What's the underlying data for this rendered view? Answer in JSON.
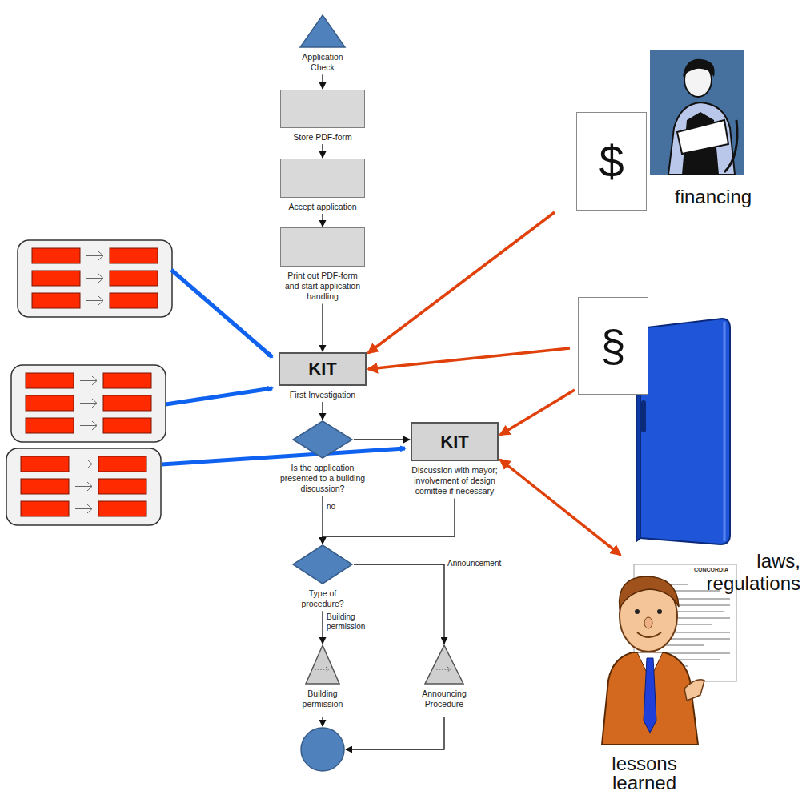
{
  "diagram": {
    "nodes": [
      {
        "text": [
          "Application Check"
        ]
      },
      {
        "text": [
          "Store PDF-form"
        ]
      },
      {
        "text": [
          "Accept application"
        ]
      },
      {
        "text": [
          "Print out PDF-form and start application handling"
        ]
      },
      {
        "text": [
          "KIT",
          "First Investigation"
        ]
      },
      {
        "text": [
          "Is the application presented to a building discussion?"
        ]
      },
      {
        "text": [
          "KIT",
          "Discussion with mayor; involvement of design comittee if necessary"
        ]
      },
      {
        "text": [
          "Type of procedure?"
        ]
      },
      {
        "text": [
          "Building permission"
        ]
      },
      {
        "text": [
          "Announcing Procedure"
        ]
      },
      {
        "text": [
          "$",
          "financing"
        ]
      },
      {
        "text": [
          "§",
          "laws, regulations"
        ]
      },
      {
        "text": [
          "lessons learned"
        ]
      }
    ],
    "edges": [
      {
        "from": 0,
        "to": 1,
        "arrow": "to"
      },
      {
        "from": 1,
        "to": 2,
        "arrow": "to"
      },
      {
        "from": 2,
        "to": 3,
        "arrow": "to"
      },
      {
        "from": 3,
        "to": 4,
        "arrow": "to"
      },
      {
        "from": 4,
        "to": 5,
        "arrow": "to"
      },
      {
        "from": 5,
        "to": 6,
        "arrow": "to"
      },
      {
        "from": 5,
        "to": 7,
        "label": "no",
        "arrow": "to"
      },
      {
        "from": 6,
        "to": 7,
        "arrow": "to"
      },
      {
        "from": 7,
        "to": 8,
        "label": "Building permission",
        "arrow": "to"
      },
      {
        "from": 7,
        "to": 9,
        "label": "Announcement",
        "arrow": "to"
      },
      {
        "from": 10,
        "to": 4,
        "arrow": "to"
      },
      {
        "from": 11,
        "to": 4,
        "arrow": "to"
      },
      {
        "from": 11,
        "to": 6,
        "arrow": "to"
      },
      {
        "from": 6,
        "to": 12,
        "arrow": "both"
      }
    ],
    "labels": [
      "CONCORDIA"
    ]
  }
}
